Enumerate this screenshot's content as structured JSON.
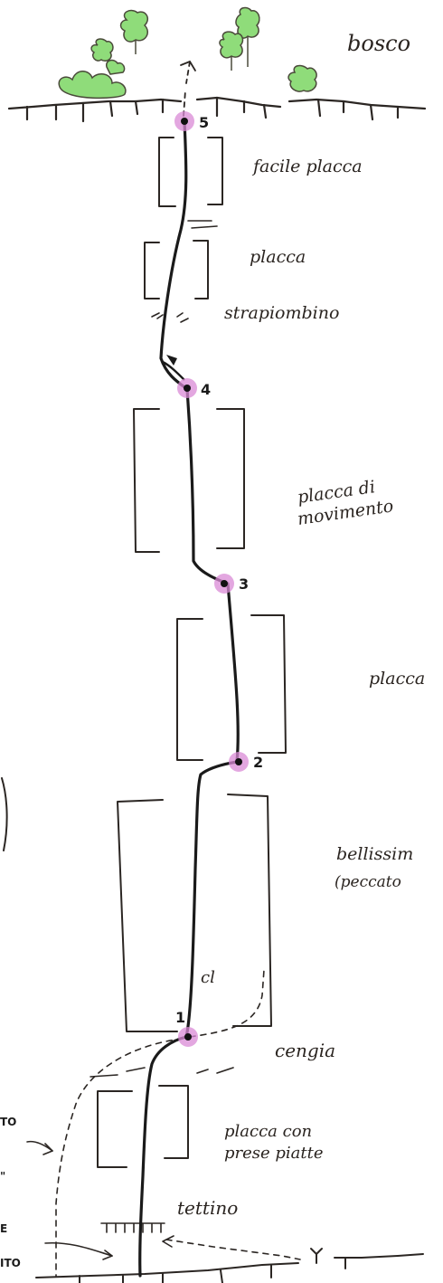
{
  "colors": {
    "ink": "#2b2623",
    "route": "#1a1a1a",
    "belay_highlight": "#d98ad6",
    "tree_fill": "#8fdc7a",
    "tree_stroke": "#4a4a3a"
  },
  "labels": {
    "bosco": "bosco",
    "facile_placca": "facile placca",
    "placca_strapiombino_1": "placca",
    "placca_strapiombino_2": "strapiombino",
    "placca_movimento_1": "placca di",
    "placca_movimento_2": "movimento",
    "placca": "placca",
    "bellissima_1": "bellissim",
    "bellissima_2": "(peccato",
    "cl": "cl",
    "cengia": "cengia",
    "placca_con_1": "placca con",
    "placca_con_2": "prese piatte",
    "tettino": "tettino",
    "left_fragment_1": "TO",
    "left_fragment_2": "\"",
    "left_fragment_3": "E",
    "left_fragment_4": "ITO"
  },
  "belays": [
    {
      "number": "1"
    },
    {
      "number": "2"
    },
    {
      "number": "3"
    },
    {
      "number": "4"
    },
    {
      "number": "5"
    }
  ],
  "icons": [
    "tree-icon",
    "belay-station-icon",
    "arrow-up-icon"
  ]
}
